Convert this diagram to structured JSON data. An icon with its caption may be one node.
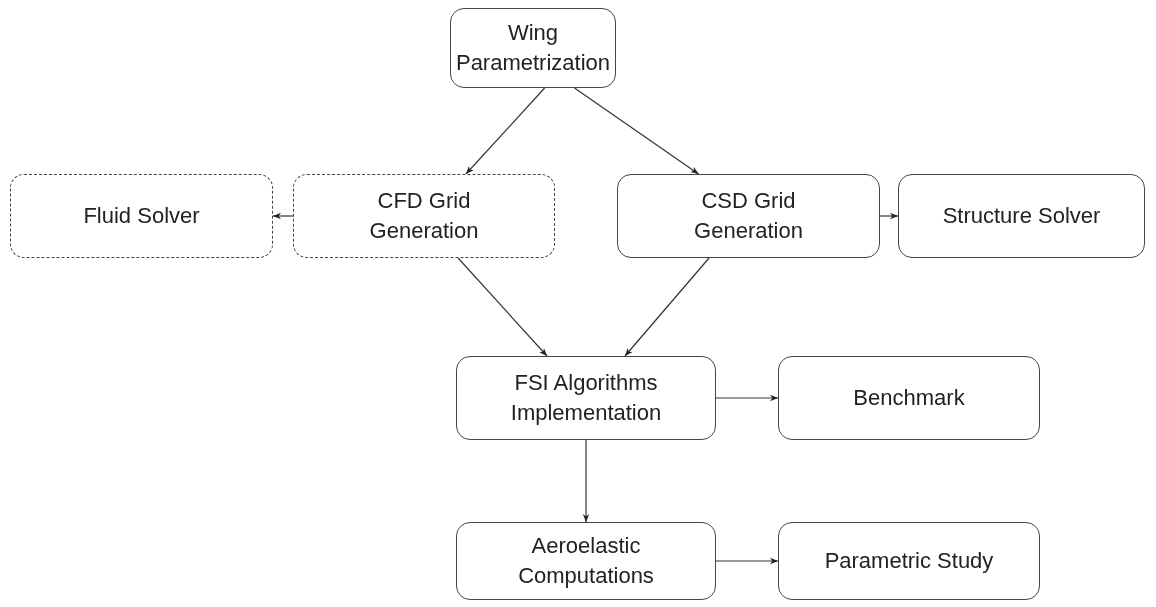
{
  "diagram": {
    "nodes": [
      {
        "text": [
          "Wing Parametrization"
        ]
      },
      {
        "text": [
          "Fluid Solver"
        ]
      },
      {
        "text": [
          "CFD Grid Generation"
        ]
      },
      {
        "text": [
          "CSD Grid Generation"
        ]
      },
      {
        "text": [
          "Structure Solver"
        ]
      },
      {
        "text": [
          "FSI Algorithms Implementation"
        ]
      },
      {
        "text": [
          "Benchmark"
        ]
      },
      {
        "text": [
          "Aeroelastic Computations"
        ]
      },
      {
        "text": [
          "Parametric Study"
        ]
      }
    ],
    "edges": [
      {
        "from": 0,
        "to": 2,
        "arrow": "to"
      },
      {
        "from": 0,
        "to": 3,
        "arrow": "to"
      },
      {
        "from": 2,
        "to": 1,
        "arrow": "to"
      },
      {
        "from": 3,
        "to": 4,
        "arrow": "to"
      },
      {
        "from": 2,
        "to": 5,
        "arrow": "to"
      },
      {
        "from": 3,
        "to": 5,
        "arrow": "to"
      },
      {
        "from": 5,
        "to": 6,
        "arrow": "to"
      },
      {
        "from": 5,
        "to": 7,
        "arrow": "to"
      },
      {
        "from": 7,
        "to": 8,
        "arrow": "to"
      }
    ]
  }
}
